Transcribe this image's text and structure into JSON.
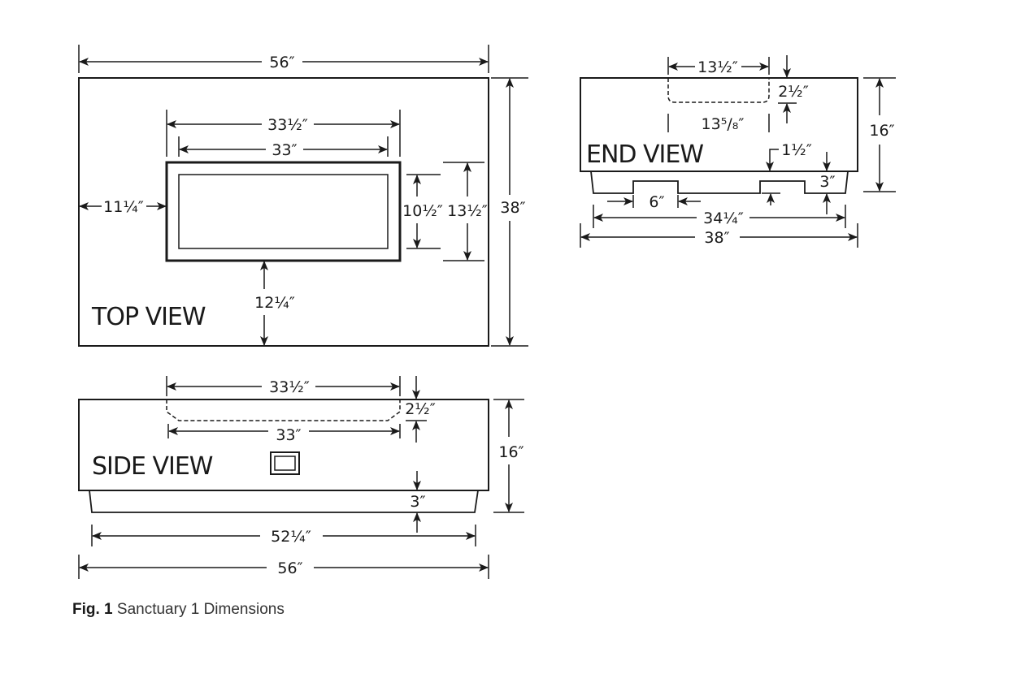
{
  "top_view": {
    "label": "TOP VIEW",
    "width_overall": "56″",
    "height_overall": "38″",
    "opening_outer_width": "33½″",
    "opening_inner_width": "33″",
    "opening_inner_height": "10½″",
    "opening_outer_height": "13½″",
    "left_offset": "11¼″",
    "bottom_offset": "12¼″"
  },
  "end_view": {
    "label": "END VIEW",
    "recess_width": "13½″",
    "recess_depth": "2½″",
    "recess_inner": "13⁵/₈″",
    "step_height": "1½″",
    "base_height": "3″",
    "height_overall": "16″",
    "notch_width": "6″",
    "base_width": "34¼″",
    "width_overall": "38″"
  },
  "side_view": {
    "label": "SIDE VIEW",
    "recess_outer_width": "33½″",
    "recess_depth": "2½″",
    "recess_inner_width": "33″",
    "height_overall": "16″",
    "base_height": "3″",
    "base_length": "52¼″",
    "length_overall": "56″"
  },
  "caption": {
    "figure": "Fig. 1",
    "text": "Sanctuary 1 Dimensions"
  }
}
